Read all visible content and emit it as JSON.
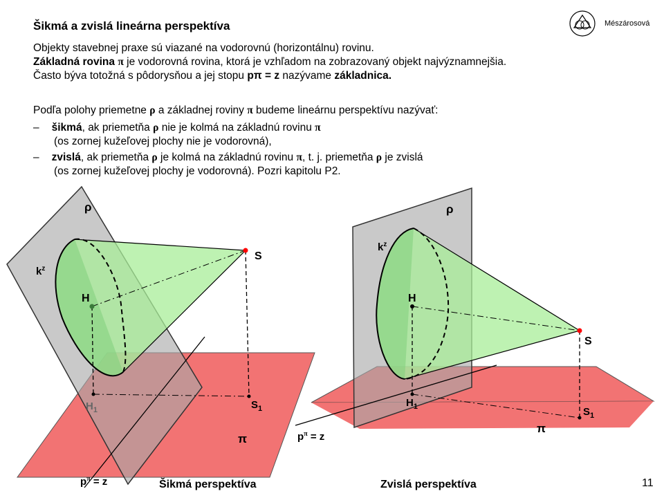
{
  "header": {
    "title": "Šikmá a zvislá lineárna perspektíva",
    "author": "Mészárosová",
    "page_number": "11"
  },
  "intro": {
    "line1": "Objekty stavebnej praxe sú viazané na vodorovnú (horizontálnu) rovinu.",
    "line2_bold": "Základná rovina",
    "line2_sym": "π",
    "line2_rest": " je vodorovná rovina, ktorá je vzhľadom na zobrazovaný objekt najvýznamnejšia.",
    "line3_a": "Často býva totožná s pôdorysňou a jej stopu ",
    "line3_trace": "pπ = z",
    "line3_b": " nazývame ",
    "line3_bold": "základnica."
  },
  "classification": {
    "line1_a": "Podľa polohy priemetne ",
    "line1_rho": "ρ",
    "line1_b": " a základnej roviny ",
    "line1_pi": "π",
    "line1_c": " budeme lineárnu perspektívu nazývať:",
    "item1_dash": "–",
    "item1_bold": "šikmá",
    "item1_a": ", ak priemetňa ",
    "item1_rho": "ρ",
    "item1_b": " nie je kolmá na základnú rovinu ",
    "item1_pi": "π",
    "item1_line2": "(os zornej kužeľovej plochy nie je vodorovná),",
    "item2_dash": "–",
    "item2_bold": "zvislá",
    "item2_a": ", ak priemetňa ",
    "item2_rho": "ρ",
    "item2_b": " je kolmá na základnú rovinu ",
    "item2_pi": "π",
    "item2_c": ",  t. j. priemetňa ",
    "item2_rho2": "ρ",
    "item2_d": " je zvislá",
    "item2_line2": "(os zornej kužeľovej plochy je vodorovná). Pozri kapitolu P2."
  },
  "left_diagram": {
    "caption": "Šikmá perspektíva",
    "label_rho": "ρ",
    "label_k": "k",
    "label_k_sup": "z",
    "label_H": "H",
    "label_S": "S",
    "label_H1": "H",
    "label_H1_sub": "1",
    "label_S1": "S",
    "label_S1_sub": "1",
    "label_pi": "π",
    "label_trace": "p",
    "label_trace_sup": "π",
    "label_trace_rest": " = z"
  },
  "right_diagram": {
    "caption": "Zvislá perspektíva",
    "label_rho": "ρ",
    "label_k": "k",
    "label_k_sup": "z",
    "label_H": "H",
    "label_S": "S",
    "label_H1": "H",
    "label_H1_sub": "1",
    "label_S1": "S",
    "label_S1_sub": "1",
    "label_pi": "π",
    "label_trace": "p",
    "label_trace_sup": "π",
    "label_trace_rest": " = z"
  },
  "colors": {
    "ground_plane": "#f05a5a",
    "picture_plane": "#b4b4b4",
    "cone": "#b8f0a8",
    "cone_dark": "#78c07a",
    "point": "#ff0000"
  }
}
